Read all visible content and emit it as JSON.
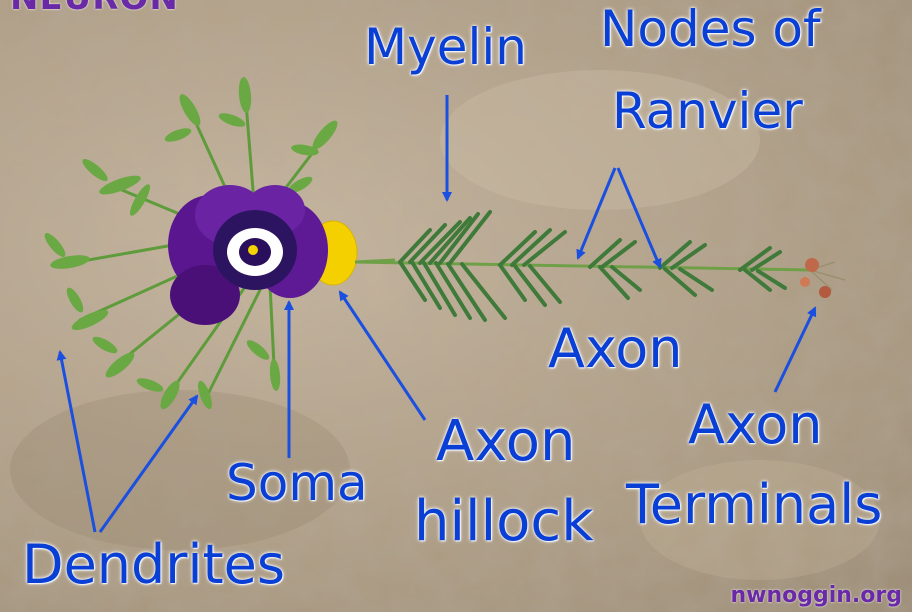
{
  "title": "NEURON",
  "credit": "nwnoggin.org",
  "labels": {
    "myelin": "Myelin",
    "nodes_line1": "Nodes of",
    "nodes_line2": "Ranvier",
    "axon": "Axon",
    "axon_terminals_line1": "Axon",
    "axon_terminals_line2": "Terminals",
    "soma": "Soma",
    "axon_hillock_line1": "Axon",
    "axon_hillock_line2": "hillock",
    "dendrites": "Dendrites"
  },
  "colors": {
    "label_blue": "#0a3fd6",
    "arrow_blue": "#1a4fe0",
    "title_purple": "#6a2aa8",
    "leaf_green": "#5e9b3b",
    "myelin_green": "#3f7a3a",
    "petal_purple": "#5a168f",
    "soma_yellow": "#f5d000"
  }
}
